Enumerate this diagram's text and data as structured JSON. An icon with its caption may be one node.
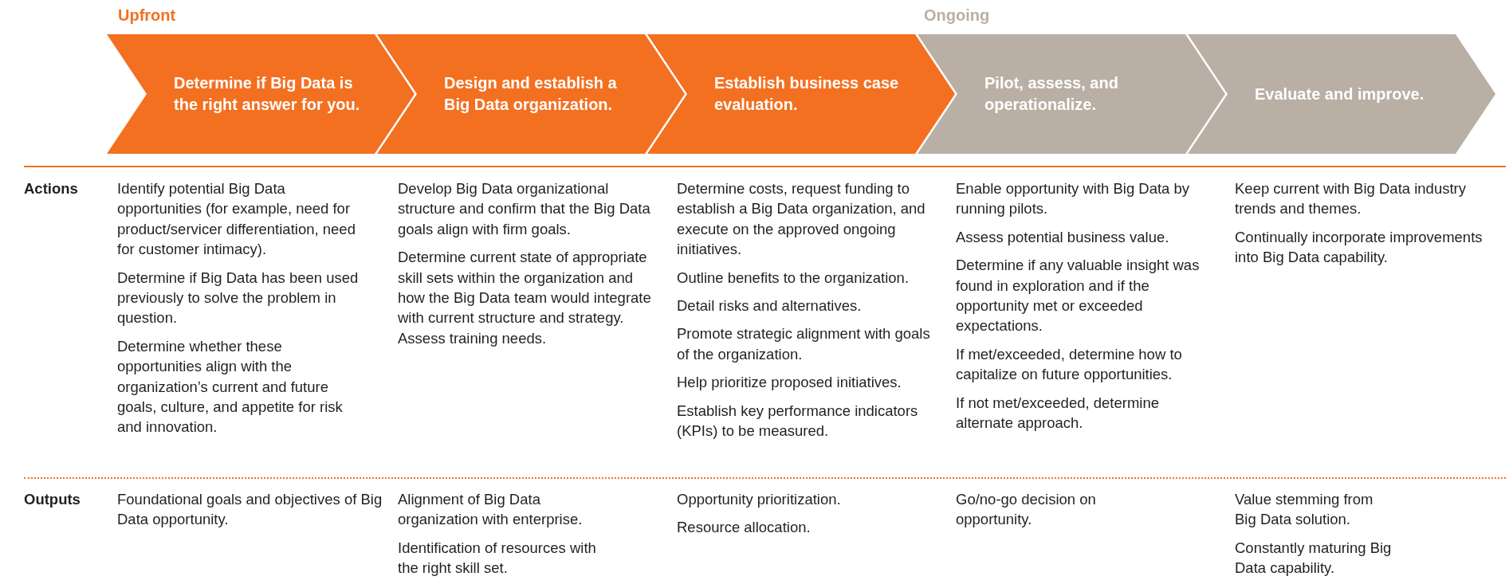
{
  "diagram": {
    "nodes": [
      {
        "text": [
          "Determine if Big Data is the right answer for you."
        ]
      },
      {
        "text": [
          "Design and establish a Big Data organization."
        ]
      },
      {
        "text": [
          "Establish business case evaluation."
        ]
      },
      {
        "text": [
          "Pilot, assess, and operationalize."
        ]
      },
      {
        "text": [
          "Evaluate and improve."
        ]
      }
    ],
    "labels": [
      "Upfront",
      "Ongoing",
      "Actions",
      "Identify potential Big Data opportunities (for example, need for product/servicer differentiation, need for customer intimacy).",
      "Determine if Big Data has been used previously to solve the problem in question.",
      "Determine whether these opportunities align with the organization’s current and future goals, culture, and appetite for risk and innovation.",
      "Develop Big Data organizational structure and confirm that the Big Data goals align with firm goals.",
      "Determine current state of appropriate skill sets within the organization and how the Big Data team would integrate with current structure and strategy. Assess training needs.",
      "Determine costs, request funding to establish a Big Data organization, and execute on the approved ongoing initiatives.",
      "Outline benefits to the organization.",
      "Detail risks and alternatives.",
      "Promote strategic alignment with goals of the organization.",
      "Help prioritize proposed initiatives.",
      "Establish key performance indicators (KPIs) to be measured.",
      "Enable opportunity with Big Data by running pilots.",
      "Assess potential business value.",
      "Determine if any valuable insight was found in exploration and if the opportunity met or exceeded expectations.",
      "If met/exceeded, determine how to capitalize on future opportunities.",
      "If not met/exceeded, determine alternate approach.",
      "Keep current with Big Data industry trends and themes.",
      "Continually incorporate improvements into Big Data capability.",
      "Outputs",
      "Foundational goals and objectives of Big Data opportunity.",
      "Alignment of Big Data organization with enterprise.",
      "Identification of resources with the right skill set.",
      "Opportunity prioritization.",
      "Resource allocation.",
      "Go/no-go decision on opportunity.",
      "Value stemming from Big Data solution.",
      "Constantly maturing Big Data capability."
    ]
  }
}
